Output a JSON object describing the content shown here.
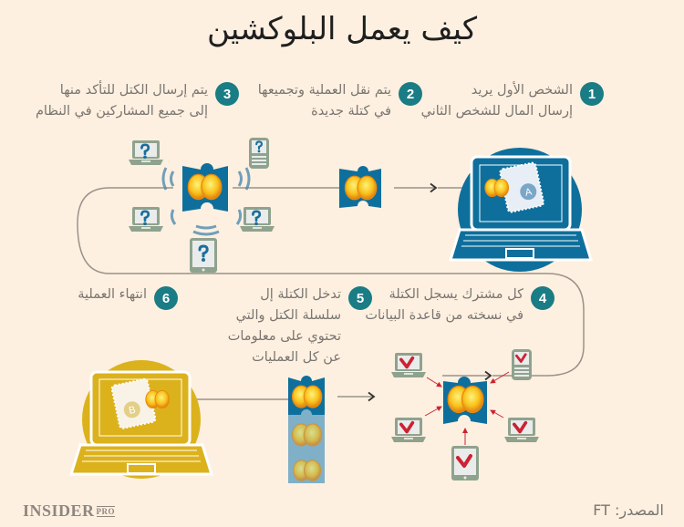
{
  "title": "كيف يعمل البلوكشين",
  "steps": [
    {
      "number": "1",
      "text": "الشخص الأول يريد\nإرسال المال للشخص الثاني"
    },
    {
      "number": "2",
      "text": "يتم نقل العملية وتجميعها\nفي كتلة جديدة"
    },
    {
      "number": "3",
      "text": "يتم إرسال الكتل للتأكد منها\nإلى جميع المشاركين في النظام"
    },
    {
      "number": "4",
      "text": "كل مشترك يسجل الكتلة\nفي نسخته من قاعدة البيانات"
    },
    {
      "number": "5",
      "text": "تدخل الكتلة إل\nسلسلة الكتل والتي\nتحتوي على معلومات\nعن كل العمليات"
    },
    {
      "number": "6",
      "text": "انتهاء العملية"
    }
  ],
  "illustrations": {
    "sender_label": "A",
    "receiver_label": "B",
    "verify_icon": "question-mark-icon",
    "confirm_icon": "checkmark-icon"
  },
  "colors": {
    "background": "#fdf0e0",
    "accent_teal": "#1a7c84",
    "block_blue": "#0e6f9c",
    "receiver_gold": "#dcb21c",
    "device_gray": "#8fa28e",
    "confirm_red": "#cc2233"
  },
  "footer": {
    "logo": "INSIDER",
    "logo_suffix": "PRO",
    "source": "المصدر: FT"
  }
}
